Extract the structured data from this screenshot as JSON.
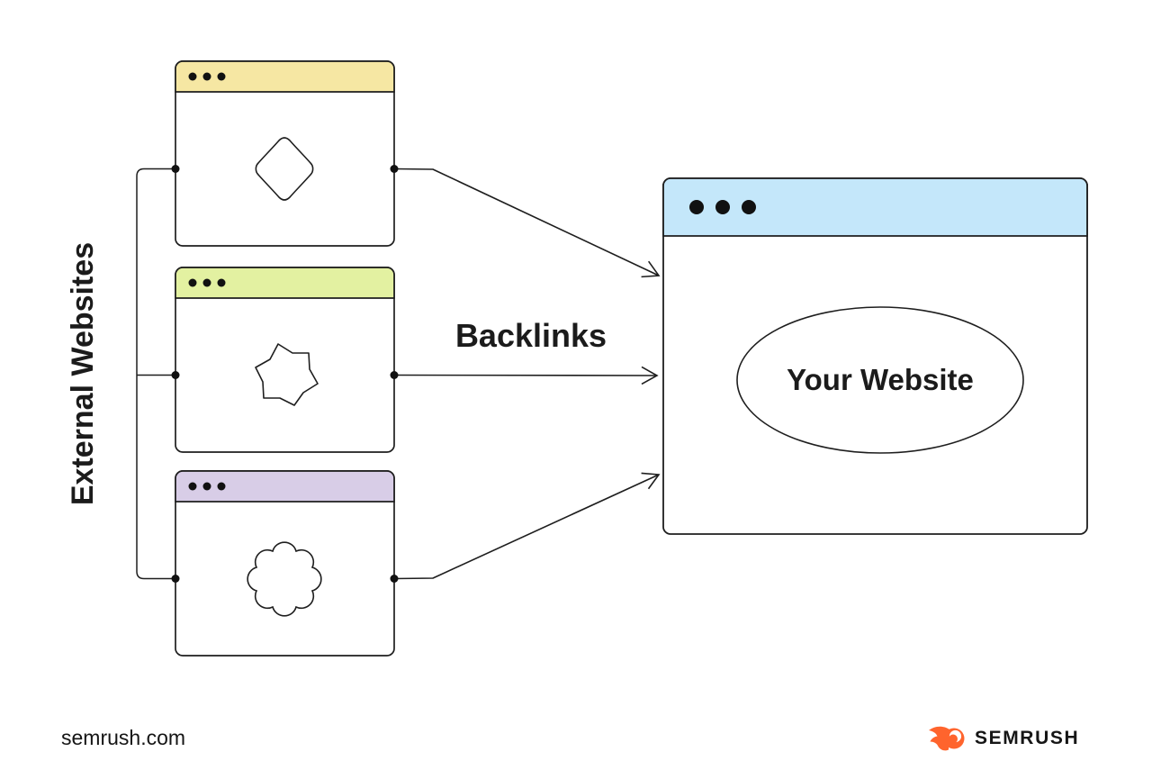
{
  "diagram": {
    "backlinks_label": "Backlinks",
    "external_group_label": "External Websites",
    "your_website_label": "Your Website",
    "external_windows": [
      {
        "id": "external-website-1",
        "titlebar_color": "#F6E7A3"
      },
      {
        "id": "external-website-2",
        "titlebar_color": "#E3F1A1"
      },
      {
        "id": "external-website-3",
        "titlebar_color": "#D8CDE7"
      }
    ],
    "main_window": {
      "titlebar_color": "#C4E7FA"
    },
    "line_color": "#1E1E1E"
  },
  "footer": {
    "site_label": "semrush.com",
    "brand_name": "SEMRUSH",
    "brand_color": "#FF642D"
  }
}
